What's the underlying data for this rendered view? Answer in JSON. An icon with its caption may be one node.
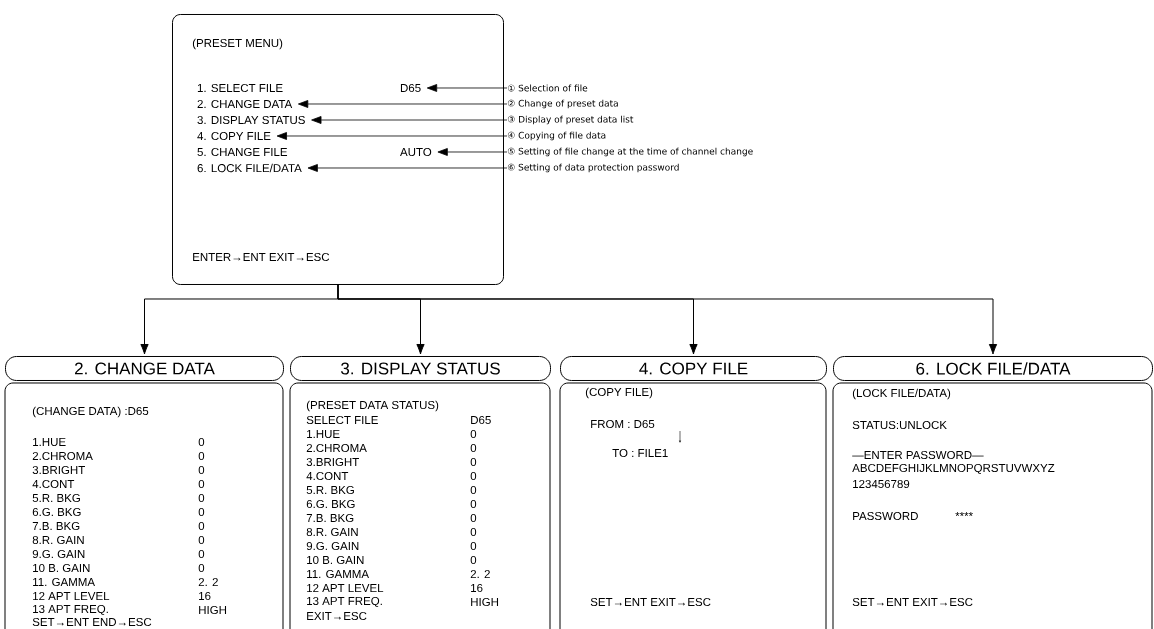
{
  "diagram": {
    "nodes": [
      {
        "text": [
          "(PRESET MENU)",
          "ENTER→ENT EXIT→ESC"
        ]
      },
      {
        "text": [
          "1. SELECT FILE",
          "D65"
        ],
        "in": 0
      },
      {
        "text": [
          "2. CHANGE DATA"
        ],
        "in": 0
      },
      {
        "text": [
          "3. DISPLAY STATUS"
        ],
        "in": 0
      },
      {
        "text": [
          "4. COPY FILE"
        ],
        "in": 0
      },
      {
        "text": [
          "5. CHANGE FILE",
          "AUTO"
        ],
        "in": 0
      },
      {
        "text": [
          "6. LOCK FILE/DATA"
        ],
        "in": 0
      },
      {
        "text": [
          "① Selection of file"
        ]
      },
      {
        "text": [
          "② Change of preset data"
        ]
      },
      {
        "text": [
          "③ Display of preset data list"
        ]
      },
      {
        "text": [
          "④ Copying of file data"
        ]
      },
      {
        "text": [
          "⑤ Setting of file change at the time of channel change"
        ]
      },
      {
        "text": [
          "⑥ Setting of data protection password"
        ]
      },
      {
        "text": [
          "2. CHANGE DATA"
        ]
      },
      {
        "text": [
          "(CHANGE DATA) :D65",
          "1.HUE",
          "0",
          "2.CHROMA",
          "0",
          "3.BRIGHT",
          "0",
          "4.CONT",
          "0",
          "5.R. BKG",
          "0",
          "6.G. BKG",
          "0",
          "7.B. BKG",
          "0",
          "8.R. GAIN",
          "0",
          "9.G. GAIN",
          "0",
          "10 B. GAIN",
          "0",
          "11. GAMMA",
          "2. 2",
          "12 APT LEVEL",
          "16",
          "13 APT FREQ.",
          "HIGH",
          "SET→ENT END→ESC"
        ]
      },
      {
        "text": [
          "3. DISPLAY STATUS"
        ]
      },
      {
        "text": [
          "(PRESET DATA STATUS)",
          "SELECT FILE",
          "D65",
          "1.HUE",
          "0",
          "2.CHROMA",
          "0",
          "3.BRIGHT",
          "0",
          "4.CONT",
          "0",
          "5.R. BKG",
          "0",
          "6.G. BKG",
          "0",
          "7.B. BKG",
          "0",
          "8.R. GAIN",
          "0",
          "9.G. GAIN",
          "0",
          "10 B. GAIN",
          "0",
          "11. GAMMA",
          "2. 2",
          "12 APT LEVEL",
          "16",
          "13 APT FREQ.",
          "HIGH",
          "EXIT→ESC"
        ]
      },
      {
        "text": [
          "4. COPY FILE"
        ]
      },
      {
        "text": [
          "(COPY FILE)",
          "FROM : D65",
          "TO : FILE1",
          "SET→ENT EXIT→ESC"
        ]
      },
      {
        "text": [
          "6. LOCK FILE/DATA"
        ]
      },
      {
        "text": [
          "(LOCK FILE/DATA)",
          "STATUS:UNLOCK",
          "—ENTER PASSWORD—",
          "ABCDEFGHIJKLMNOPQRSTUVWXYZ",
          "123456789",
          "PASSWORD",
          "****",
          "SET→ENT EXIT→ESC"
        ]
      }
    ],
    "edges": [
      {
        "from": 7,
        "to": 1,
        "arrow": "to"
      },
      {
        "from": 8,
        "to": 2,
        "arrow": "to"
      },
      {
        "from": 9,
        "to": 3,
        "arrow": "to"
      },
      {
        "from": 10,
        "to": 4,
        "arrow": "to"
      },
      {
        "from": 11,
        "to": 5,
        "arrow": "to"
      },
      {
        "from": 12,
        "to": 6,
        "arrow": "to"
      },
      {
        "from": 0,
        "to": 13,
        "arrow": "to"
      },
      {
        "from": 0,
        "to": 15,
        "arrow": "to"
      },
      {
        "from": 0,
        "to": 17,
        "arrow": "to"
      },
      {
        "from": 0,
        "to": 19,
        "arrow": "to"
      }
    ]
  }
}
